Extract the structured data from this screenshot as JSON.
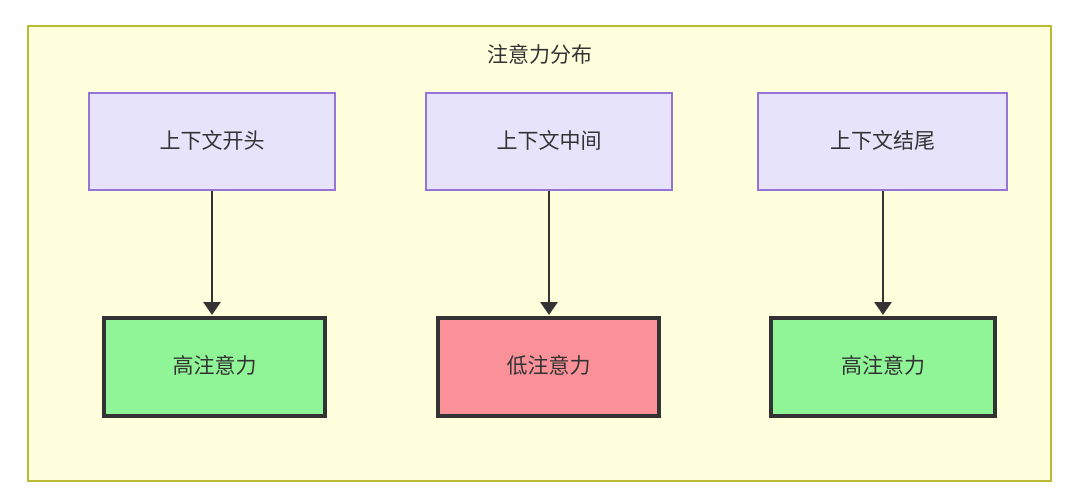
{
  "diagram": {
    "title": "注意力分布",
    "background_color": "#ffffdd",
    "border_color": "#bbbb33",
    "text_color": "#333333",
    "top_nodes": [
      {
        "label": "上下文开头",
        "fill": "#e6e3fb",
        "stroke": "#9673d6"
      },
      {
        "label": "上下文中间",
        "fill": "#e6e3fb",
        "stroke": "#9673d6"
      },
      {
        "label": "上下文结尾",
        "fill": "#e6e3fb",
        "stroke": "#9673d6"
      }
    ],
    "bottom_nodes": [
      {
        "label": "高注意力",
        "fill": "#90f597",
        "stroke": "#333333"
      },
      {
        "label": "低注意力",
        "fill": "#fa9199",
        "stroke": "#333333"
      },
      {
        "label": "高注意力",
        "fill": "#90f597",
        "stroke": "#333333"
      }
    ],
    "edges": [
      {
        "from": "上下文开头",
        "to": "高注意力"
      },
      {
        "from": "上下文中间",
        "to": "低注意力"
      },
      {
        "from": "上下文结尾",
        "to": "高注意力"
      }
    ]
  }
}
